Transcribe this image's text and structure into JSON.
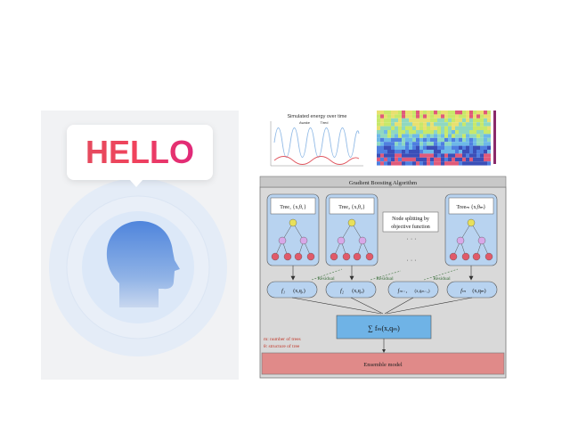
{
  "bubble": {
    "text": "HELLO"
  },
  "line_chart": {
    "title": "Simulated energy over time",
    "legend": [
      "Awake",
      "Tired"
    ],
    "colors": {
      "awake": "#8fb9e6",
      "tired": "#e0565f"
    }
  },
  "diagram": {
    "algorithm_title": "Gradient Boosting Algorithm",
    "trees": [
      {
        "label": "Tree₁ {x,θ₁}"
      },
      {
        "label": "Tree₂ {x,θ₂}"
      },
      {
        "label": "Treeₘ {x,θₘ}"
      }
    ],
    "split_note_line1": "Node splitting by",
    "split_note_line2": "objective function",
    "dots_upper": "· · ·",
    "dots_mid": "· · ·",
    "residual_labels": [
      "Residual",
      "Residual",
      "Residual"
    ],
    "functions": [
      {
        "name": "f₁",
        "args": "(x,q₁)"
      },
      {
        "name": "f₂",
        "args": "(x,q₂)"
      },
      {
        "name": "fₘ₋₁",
        "args": "(x,qₘ₋₁)"
      },
      {
        "name": "fₘ",
        "args": "(x,qₘ)"
      }
    ],
    "sum_label": "∑ fₘ(x,qₘ)",
    "legend_m": "m: number of trees",
    "legend_theta": "θ: structure of tree",
    "ensemble_label": "Ensemble model"
  }
}
